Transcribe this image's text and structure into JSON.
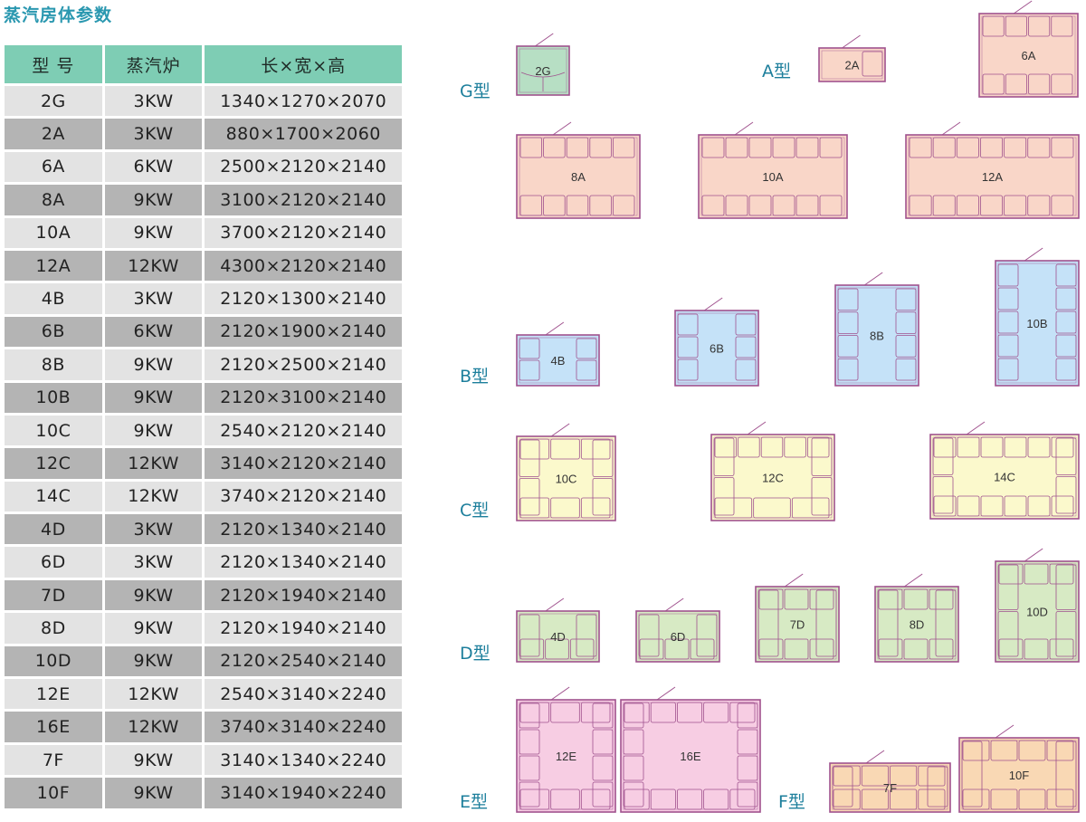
{
  "title": "蒸汽房体参数",
  "table": {
    "headers": [
      "型 号",
      "蒸汽炉",
      "长×宽×高"
    ],
    "rows": [
      [
        "2G",
        "3KW",
        "1340×1270×2070"
      ],
      [
        "2A",
        "3KW",
        "880×1700×2060"
      ],
      [
        "6A",
        "6KW",
        "2500×2120×2140"
      ],
      [
        "8A",
        "9KW",
        "3100×2120×2140"
      ],
      [
        "10A",
        "9KW",
        "3700×2120×2140"
      ],
      [
        "12A",
        "12KW",
        "4300×2120×2140"
      ],
      [
        "4B",
        "3KW",
        "2120×1300×2140"
      ],
      [
        "6B",
        "6KW",
        "2120×1900×2140"
      ],
      [
        "8B",
        "9KW",
        "2120×2500×2140"
      ],
      [
        "10B",
        "9KW",
        "2120×3100×2140"
      ],
      [
        "10C",
        "9KW",
        "2540×2120×2140"
      ],
      [
        "12C",
        "12KW",
        "3140×2120×2140"
      ],
      [
        "14C",
        "12KW",
        "3740×2120×2140"
      ],
      [
        "4D",
        "3KW",
        "2120×1340×2140"
      ],
      [
        "6D",
        "3KW",
        "2120×1340×2140"
      ],
      [
        "7D",
        "9KW",
        "2120×1940×2140"
      ],
      [
        "8D",
        "9KW",
        "2120×1940×2140"
      ],
      [
        "10D",
        "9KW",
        "2120×2540×2140"
      ],
      [
        "12E",
        "12KW",
        "2540×3140×2240"
      ],
      [
        "16E",
        "12KW",
        "3740×3140×2240"
      ],
      [
        "7F",
        "9KW",
        "3140×1340×2240"
      ],
      [
        "10F",
        "9KW",
        "3140×1940×2240"
      ]
    ]
  },
  "groups": [
    {
      "label": "G型",
      "color": "#b7dfc4"
    },
    {
      "label": "A型",
      "color": "#f9d6c8"
    },
    {
      "label": "B型",
      "color": "#c5e2f8"
    },
    {
      "label": "C型",
      "color": "#fbf9cc"
    },
    {
      "label": "D型",
      "color": "#d7eac4"
    },
    {
      "label": "E型",
      "color": "#f7cde3"
    },
    {
      "label": "F型",
      "color": "#f9d8b4"
    }
  ],
  "rooms": [
    "2G",
    "2A",
    "6A",
    "8A",
    "10A",
    "12A",
    "4B",
    "6B",
    "8B",
    "10B",
    "10C",
    "12C",
    "14C",
    "4D",
    "6D",
    "7D",
    "8D",
    "10D",
    "12E",
    "16E",
    "7F",
    "10F"
  ],
  "colors": {
    "wall": "#a0528e",
    "header": "#7ecdb4",
    "label": "#1d7f9c"
  }
}
